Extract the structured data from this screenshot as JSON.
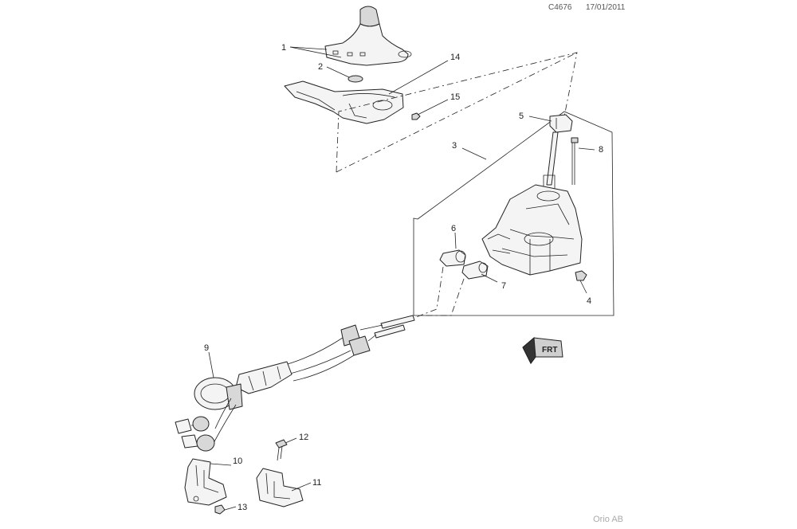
{
  "header": {
    "code": "C4676",
    "date": "17/01/2011"
  },
  "footer": {
    "brand": "Orio AB"
  },
  "frt_label": "FRT",
  "callouts": [
    "1",
    "2",
    "14",
    "15",
    "5",
    "3",
    "8",
    "6",
    "7",
    "4",
    "9",
    "12",
    "10",
    "11",
    "13"
  ]
}
